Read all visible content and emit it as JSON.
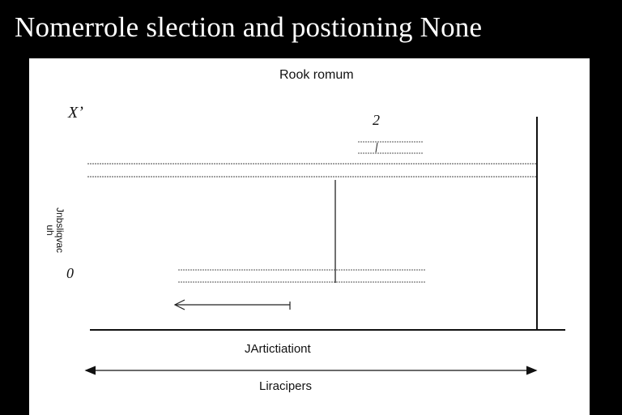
{
  "page": {
    "title": "Nomerrole slection and postioning None"
  },
  "diagram": {
    "title": "Rook romum",
    "y_top_label": "Xʼ",
    "y_axis_label": "Jnbsliqvac\nuh",
    "y_zero_label": "0",
    "marker_label": "2",
    "x_axis_label": "JArtictiationt",
    "span_label": "Liracipers"
  },
  "colors": {
    "background": "#000000",
    "panel": "#ffffff",
    "ink": "#111111"
  }
}
